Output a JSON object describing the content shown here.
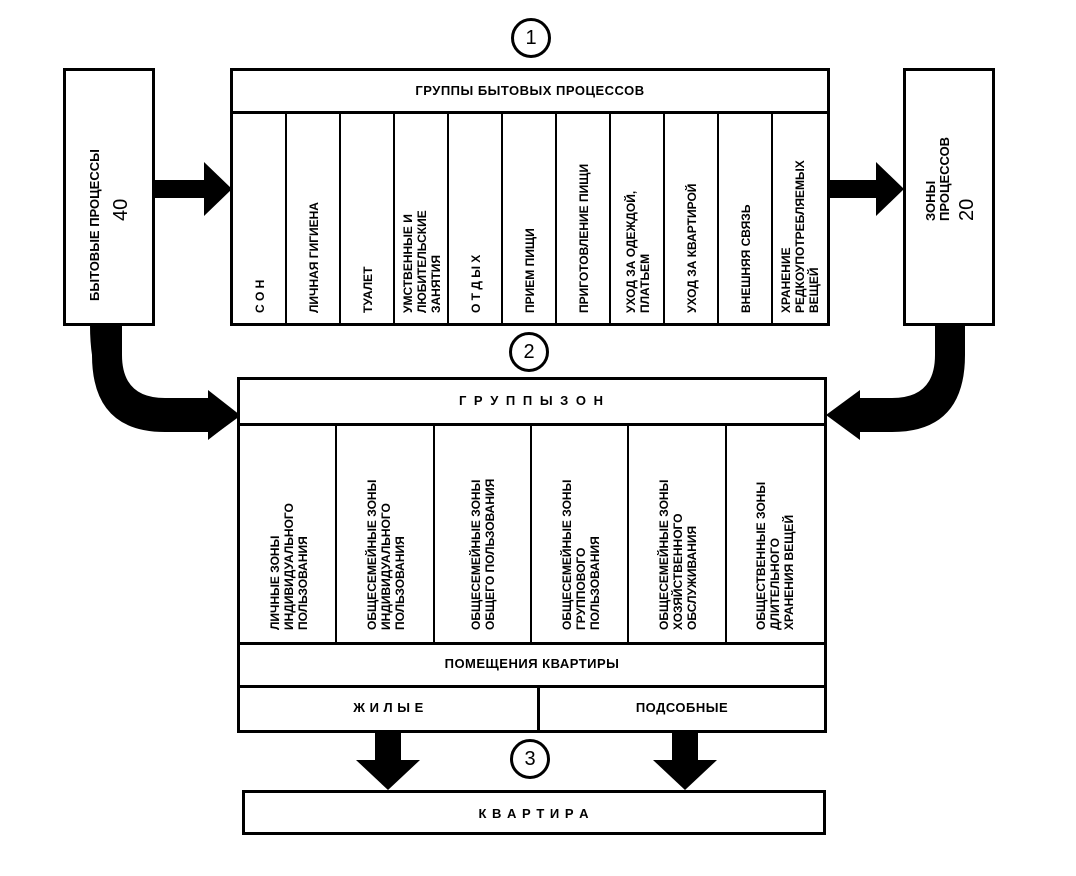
{
  "markers": [
    "1",
    "2",
    "3"
  ],
  "left_box": {
    "title": "БЫТОВЫЕ ПРОЦЕССЫ",
    "number": "40"
  },
  "right_box": {
    "title": "ЗОНЫ\nПРОЦЕССОВ",
    "number": "20"
  },
  "process_groups": {
    "header": "ГРУППЫ БЫТОВЫХ ПРОЦЕССОВ",
    "items": [
      "С О Н",
      "ЛИЧНАЯ ГИГИЕНА",
      "ТУАЛЕТ",
      "УМСТВЕННЫЕ И\nЛЮБИТЕЛЬСКИЕ\nЗАНЯТИЯ",
      "О Т Д Ы Х",
      "ПРИЕМ ПИЩИ",
      "ПРИГОТОВЛЕНИЕ ПИЩИ",
      "УХОД ЗА ОДЕЖДОЙ,\nПЛАТЬЕМ",
      "УХОД ЗА КВАРТИРОЙ",
      "ВНЕШНЯЯ СВЯЗЬ",
      "ХРАНЕНИЕ\nРЕДКОУПОТРЕБЛЯЕМЫХ\nВЕЩЕЙ"
    ]
  },
  "zone_groups": {
    "header": "Г Р У П П Ы   З О Н",
    "items": [
      "ЛИЧНЫЕ ЗОНЫ\nИНДИВИДУАЛЬНОГО\nПОЛЬЗОВАНИЯ",
      "ОБЩЕСЕМЕЙНЫЕ ЗОНЫ\nИНДИВИДУАЛЬНОГО\nПОЛЬЗОВАНИЯ",
      "ОБЩЕСЕМЕЙНЫЕ ЗОНЫ\nОБЩЕГО ПОЛЬЗОВАНИЯ",
      "ОБЩЕСЕМЕЙНЫЕ ЗОНЫ\nГРУППОВОГО\nПОЛЬЗОВАНИЯ",
      "ОБЩЕСЕМЕЙНЫЕ ЗОНЫ\nХОЗЯЙСТВЕННОГО\nОБСЛУЖИВАНИЯ",
      "ОБЩЕСТВЕННЫЕ ЗОНЫ\nДЛИТЕЛЬНОГО\nХРАНЕНИЯ ВЕЩЕЙ"
    ]
  },
  "rooms": {
    "header": "ПОМЕЩЕНИЯ  КВАРТИРЫ",
    "living": "Ж И Л Ы Е",
    "auxiliary": "ПОДСОБНЫЕ"
  },
  "apartment": "К В А Р Т И Р А"
}
